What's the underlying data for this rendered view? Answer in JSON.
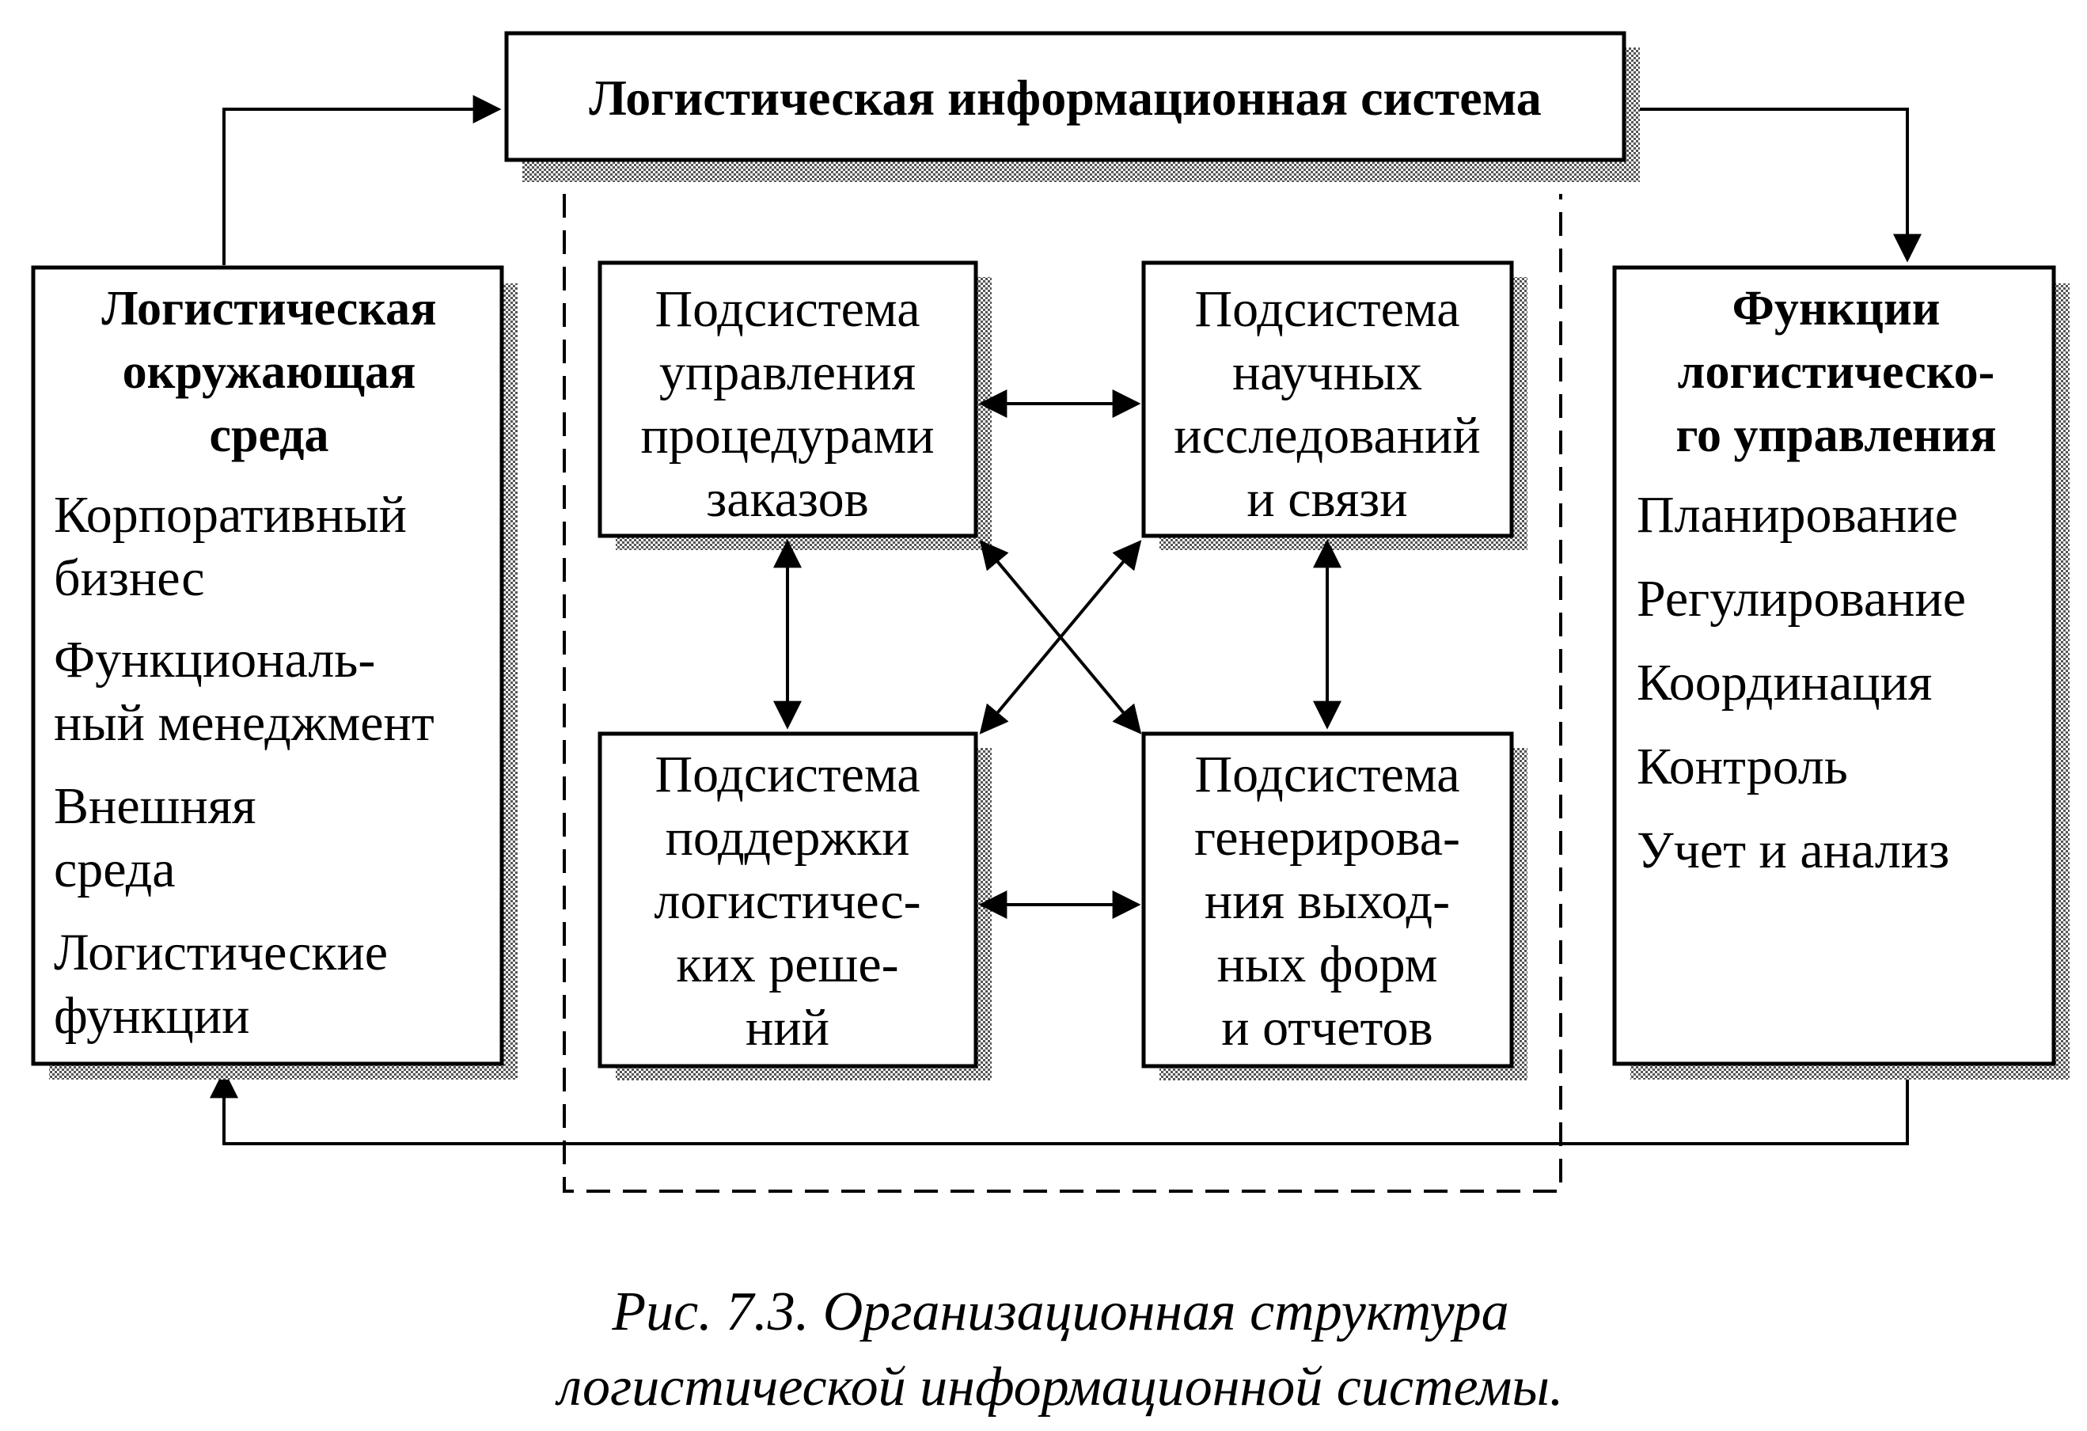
{
  "top_box": {
    "title": "Логистическая информационная система"
  },
  "left_box": {
    "heading": [
      "Логистическая",
      "окружающая",
      "среда"
    ],
    "items": [
      [
        "Корпоративный",
        "бизнес"
      ],
      [
        "Функциональ-",
        "ный менеджмент"
      ],
      [
        "Внешняя",
        "среда"
      ],
      [
        "Логистические",
        "функции"
      ]
    ]
  },
  "right_box": {
    "heading": [
      "Функции",
      "логистическо-",
      "го управления"
    ],
    "items": [
      "Планирование",
      "Регулирование",
      "Координация",
      "Контроль",
      "Учет и анализ"
    ]
  },
  "subsystems": [
    {
      "id": "orders",
      "lines": [
        "Подсистема",
        "управления",
        "процедурами",
        "заказов"
      ]
    },
    {
      "id": "research",
      "lines": [
        "Подсистема",
        "научных",
        "исследований",
        "и связи"
      ]
    },
    {
      "id": "decisions",
      "lines": [
        "Подсистема",
        "поддержки",
        "логистичес-",
        "ких реше-",
        "ний"
      ]
    },
    {
      "id": "outputs",
      "lines": [
        "Подсистема",
        "генерирова-",
        "ния выход-",
        "ных форм",
        "и отчетов"
      ]
    }
  ],
  "caption": [
    "Рис. 7.3. Организационная структура",
    "логистической информационной системы."
  ]
}
